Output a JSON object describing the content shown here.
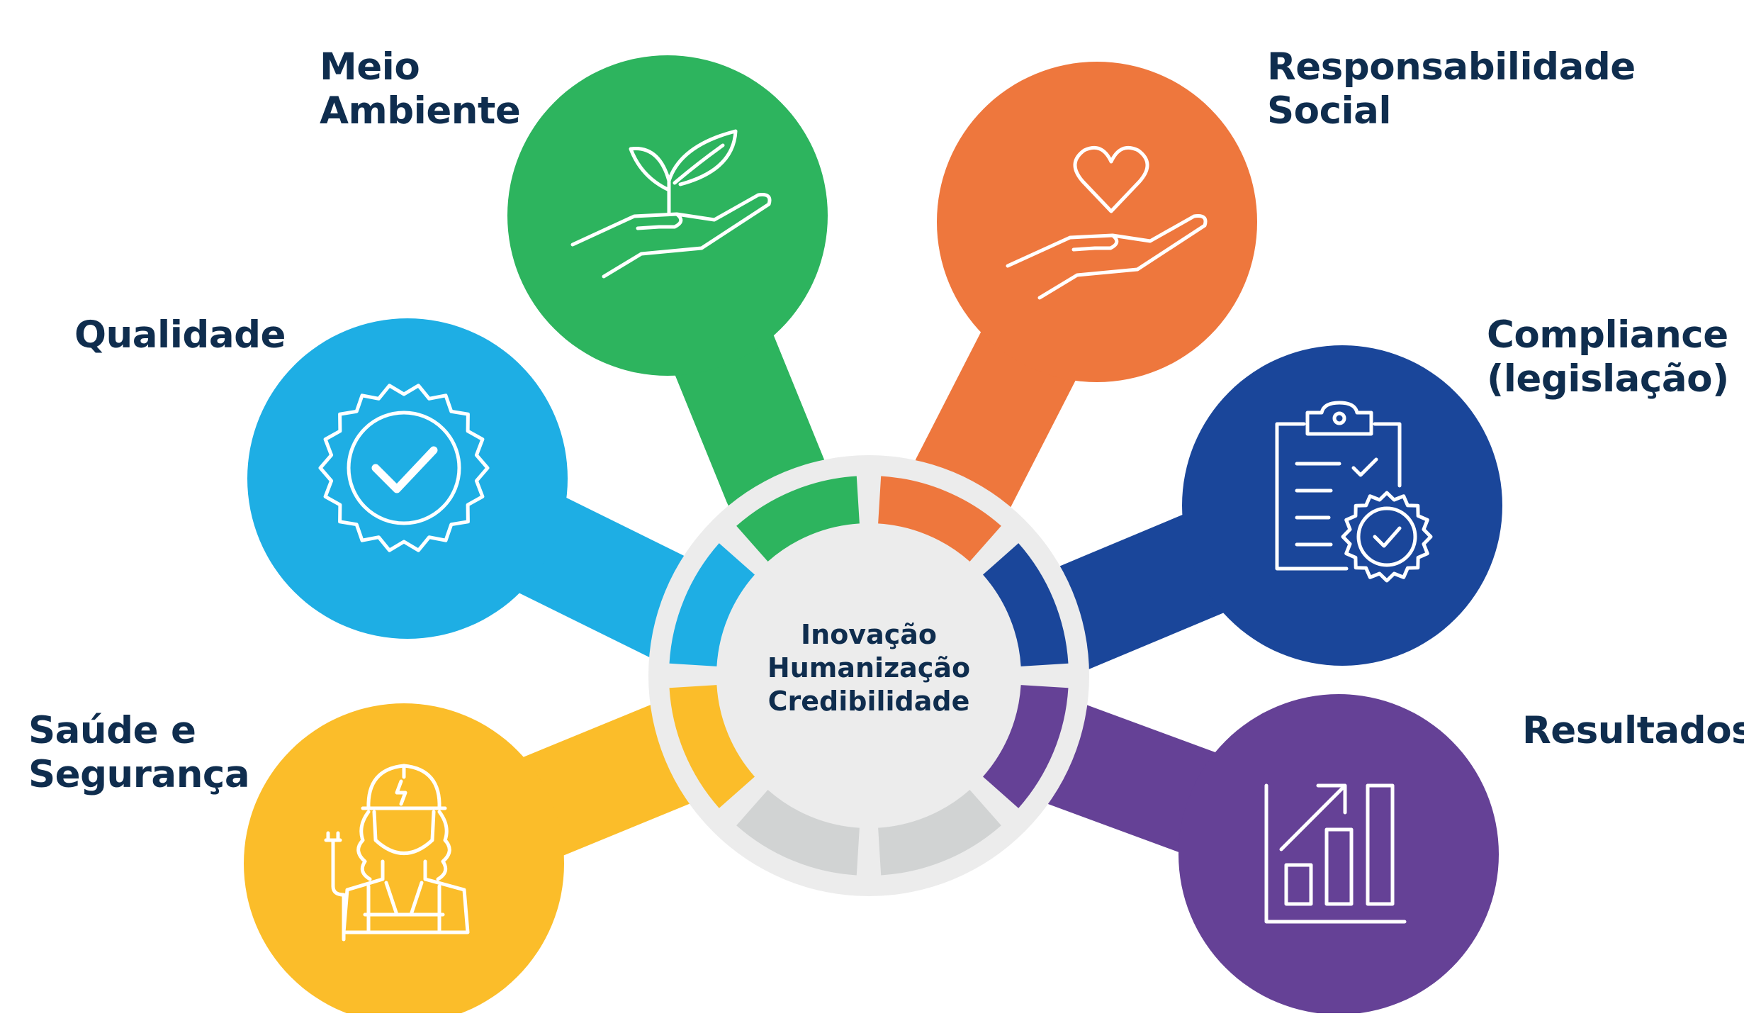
{
  "center": {
    "lines": [
      "Inovação",
      "Humanização",
      "Credibilidade"
    ]
  },
  "pillars": [
    {
      "id": "meio-ambiente",
      "lines": [
        "Meio",
        "Ambiente"
      ],
      "color": "#2db45e",
      "icon": "plant-in-hand-icon"
    },
    {
      "id": "responsabilidade-social",
      "lines": [
        "Responsabilidade",
        "Social"
      ],
      "color": "#ee773d",
      "icon": "heart-in-hand-icon"
    },
    {
      "id": "qualidade",
      "lines": [
        "Qualidade"
      ],
      "color": "#1eaee4",
      "icon": "quality-seal-check-icon"
    },
    {
      "id": "compliance",
      "lines": [
        "Compliance",
        "(legislação)"
      ],
      "color": "#1a469a",
      "icon": "clipboard-certified-icon"
    },
    {
      "id": "saude-seguranca",
      "lines": [
        "Saúde e",
        "Segurança"
      ],
      "color": "#fbbd2a",
      "icon": "electrician-worker-icon"
    },
    {
      "id": "resultados",
      "lines": [
        "Resultados"
      ],
      "color": "#654196",
      "icon": "growth-bar-chart-icon"
    }
  ],
  "ring": {
    "track_color": "#ececec",
    "inactive_color": "#d1d3d3"
  }
}
